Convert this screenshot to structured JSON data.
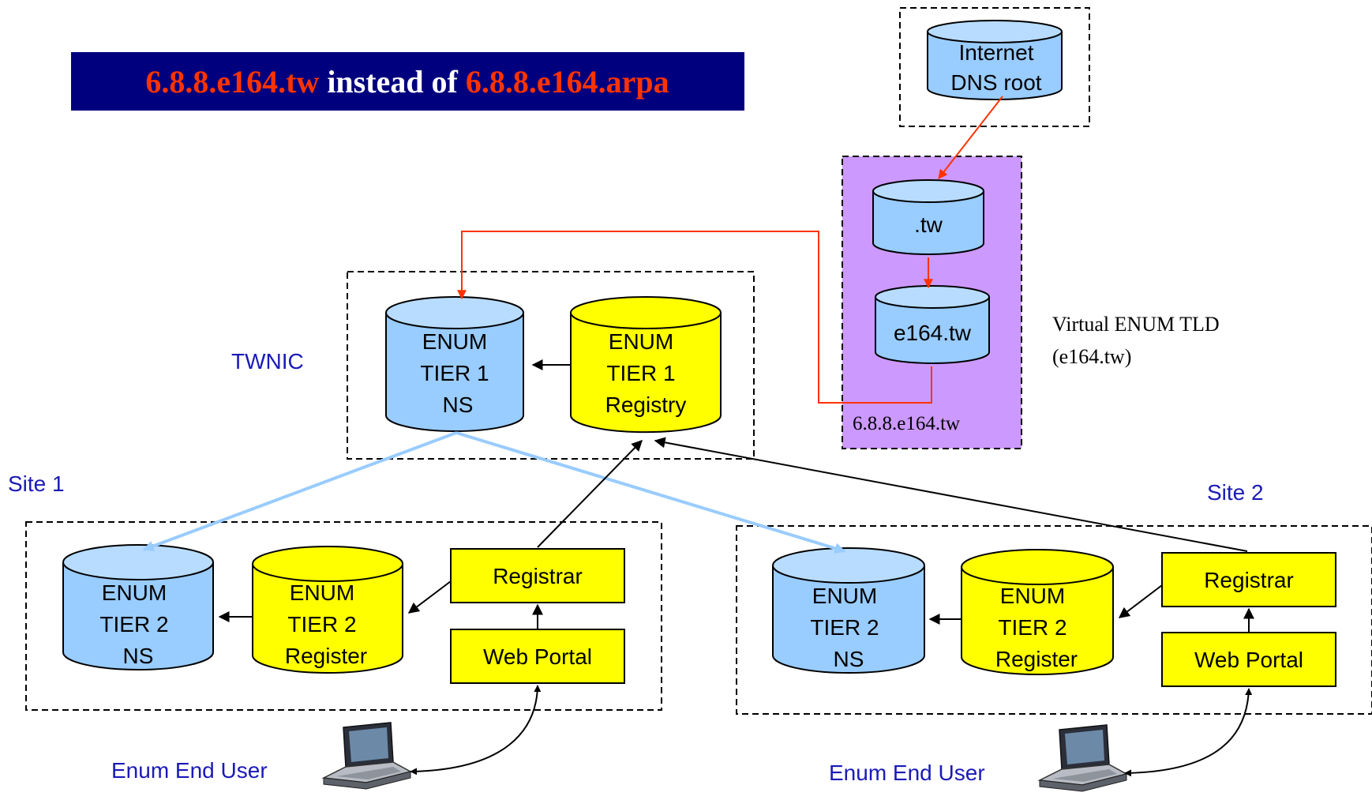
{
  "colors": {
    "banner_bg": "#00007f",
    "banner_highlight": "#ff3300",
    "banner_text": "#ffffff",
    "db_blue": "#99ccff",
    "db_blue_top": "#b8dcff",
    "db_yellow": "#ffff00",
    "tld_purple": "#cc99ff",
    "box_yellow": "#ffff00",
    "label_blue": "#1a1ab8",
    "arrow_red": "#ff3300",
    "arrow_lightblue": "#99ccff",
    "arrow_black": "#000000"
  },
  "banner": {
    "part1": "6.8.8.e164.tw",
    "part2": " instead of ",
    "part3": "6.8.8.e164.arpa"
  },
  "root": {
    "line1": "Internet",
    "line2": "DNS root"
  },
  "tld": {
    "tw": ".tw",
    "e164": "e164.tw",
    "domain_label": "6.8.8.e164.tw",
    "caption_line1": "Virtual ENUM TLD",
    "caption_line2": "(e164.tw)"
  },
  "twnic": {
    "label": "TWNIC",
    "ns": [
      "ENUM",
      "TIER 1",
      "NS"
    ],
    "registry": [
      "ENUM",
      "TIER 1",
      "Registry"
    ]
  },
  "site1": {
    "label": "Site 1",
    "ns": [
      "ENUM",
      "TIER 2",
      "NS"
    ],
    "register": [
      "ENUM",
      "TIER 2",
      "Register"
    ],
    "registrar": "Registrar",
    "web_portal": "Web Portal",
    "end_user": "Enum End User"
  },
  "site2": {
    "label": "Site 2",
    "ns": [
      "ENUM",
      "TIER 2",
      "NS"
    ],
    "register": [
      "ENUM",
      "TIER 2",
      "Register"
    ],
    "registrar": "Registrar",
    "web_portal": "Web Portal",
    "end_user": "Enum End User"
  },
  "icons": {
    "laptop": "laptop-icon"
  }
}
